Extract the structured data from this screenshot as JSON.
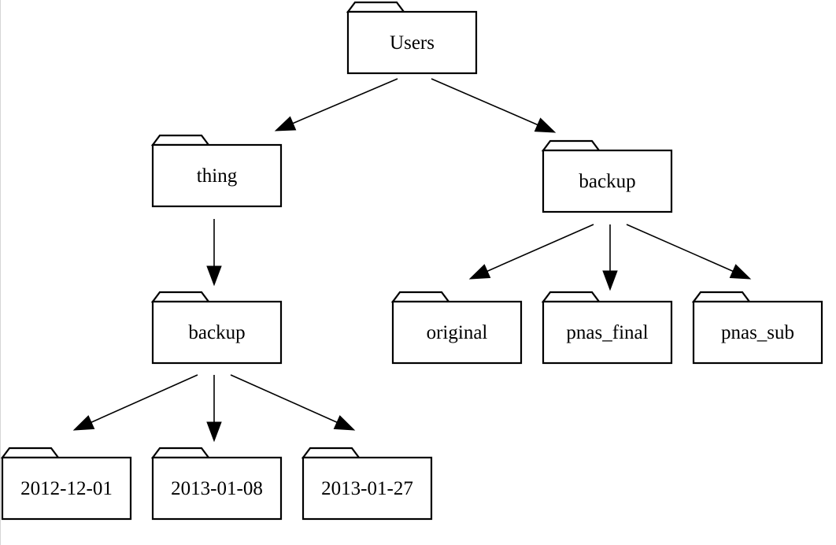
{
  "diagram": {
    "type": "directory-tree",
    "nodes": [
      {
        "id": "users",
        "label": "Users"
      },
      {
        "id": "thing",
        "label": "thing"
      },
      {
        "id": "backup_top",
        "label": "backup"
      },
      {
        "id": "backup_thing",
        "label": "backup"
      },
      {
        "id": "original",
        "label": "original"
      },
      {
        "id": "pnas_final",
        "label": "pnas_final"
      },
      {
        "id": "pnas_sub",
        "label": "pnas_sub"
      },
      {
        "id": "d20121201",
        "label": "2012-12-01"
      },
      {
        "id": "d20130108",
        "label": "2013-01-08"
      },
      {
        "id": "d20130127",
        "label": "2013-01-27"
      }
    ],
    "edges": [
      {
        "from": "users",
        "to": "thing"
      },
      {
        "from": "users",
        "to": "backup_top"
      },
      {
        "from": "thing",
        "to": "backup_thing"
      },
      {
        "from": "backup_top",
        "to": "original"
      },
      {
        "from": "backup_top",
        "to": "pnas_final"
      },
      {
        "from": "backup_top",
        "to": "pnas_sub"
      },
      {
        "from": "backup_thing",
        "to": "d20121201"
      },
      {
        "from": "backup_thing",
        "to": "d20130108"
      },
      {
        "from": "backup_thing",
        "to": "d20130127"
      }
    ]
  }
}
